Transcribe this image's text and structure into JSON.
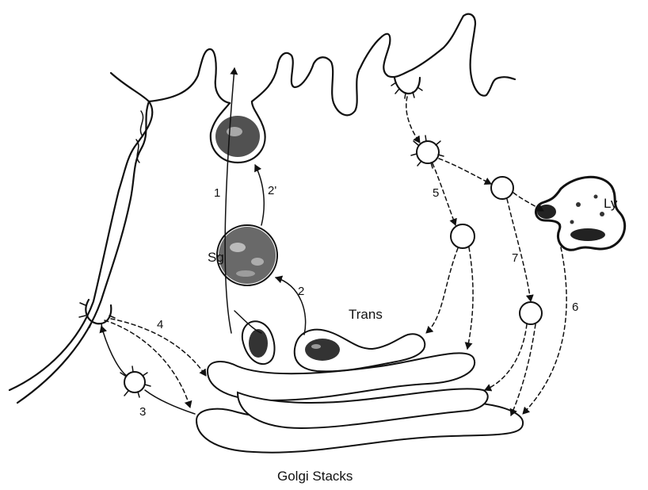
{
  "labels": {
    "secretory_granule": "Sg",
    "lysosome": "Ly",
    "trans": "Trans",
    "golgi_stacks": "Golgi Stacks"
  },
  "pathway_numbers": {
    "p1": "1",
    "p2prime": "2'",
    "p2": "2",
    "p3": "3",
    "p4": "4",
    "p5": "5",
    "p6": "6",
    "p7": "7"
  }
}
